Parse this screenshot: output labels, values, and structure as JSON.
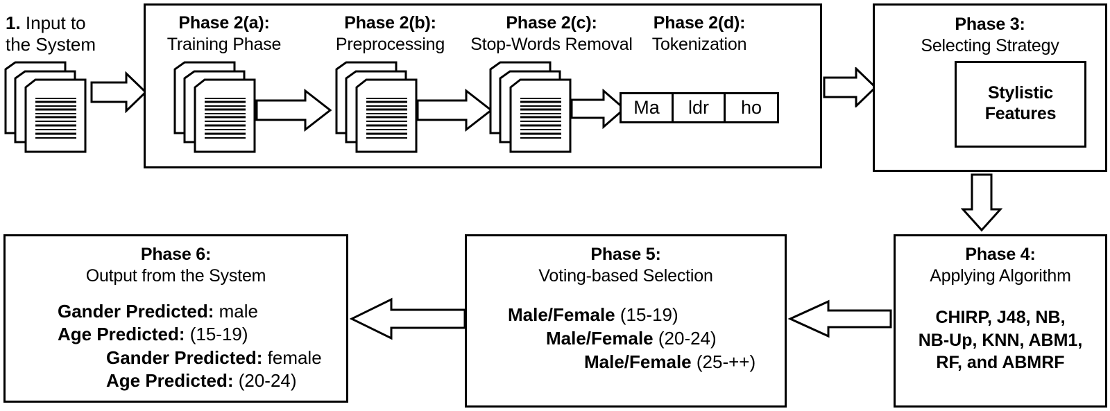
{
  "diagram": {
    "title_input": {
      "num": "1.",
      "line1": " Input to",
      "line2": "the System"
    },
    "phase2": {
      "sub": [
        {
          "title": "Phase 2(a):",
          "subtitle": "Training Phase"
        },
        {
          "title": "Phase 2(b):",
          "subtitle": "Preprocessing"
        },
        {
          "title": "Phase 2(c):",
          "subtitle": "Stop-Words Removal"
        },
        {
          "title": "Phase 2(d):",
          "subtitle": "Tokenization"
        }
      ],
      "tokens": [
        "Ma",
        "ldr",
        "ho"
      ]
    },
    "phase3": {
      "title": "Phase 3:",
      "subtitle": "Selecting Strategy",
      "inner_line1": "Stylistic",
      "inner_line2": "Features"
    },
    "phase4": {
      "title": "Phase 4:",
      "subtitle": "Applying Algorithm",
      "algorithms_line1": "CHIRP, J48, NB,",
      "algorithms_line2": "NB-Up, KNN, ABM1,",
      "algorithms_line3": "RF, and ABMRF"
    },
    "phase5": {
      "title": "Phase 5:",
      "subtitle": "Voting-based Selection",
      "rows": [
        {
          "bold": "Male/Female",
          "reg": " (15-19)"
        },
        {
          "bold": "Male/Female",
          "reg": " (20-24)"
        },
        {
          "bold": "Male/Female",
          "reg": " (25-++)"
        }
      ]
    },
    "phase6": {
      "title": "Phase 6:",
      "subtitle": "Output from the System",
      "rows": [
        {
          "bold": "Gander Predicted:",
          "reg": " male"
        },
        {
          "bold": "Age Predicted:",
          "reg": " (15-19)"
        },
        {
          "bold": "Gander Predicted:",
          "reg": " female"
        },
        {
          "bold": "Age Predicted:",
          "reg": " (20-24)"
        }
      ]
    },
    "colors": {
      "stroke": "#000000",
      "fill": "#ffffff",
      "text": "#000000"
    }
  }
}
